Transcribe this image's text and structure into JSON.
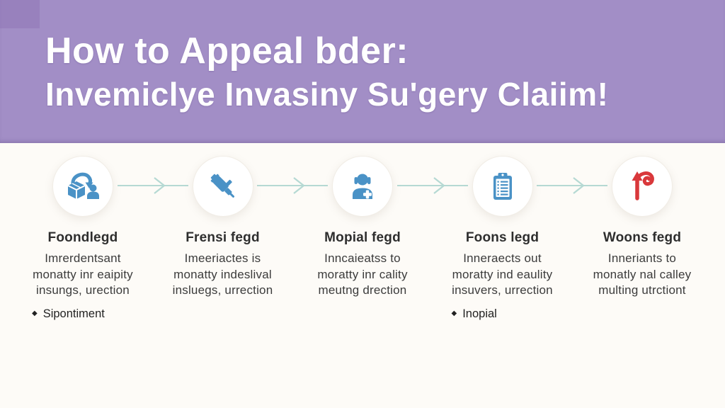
{
  "header": {
    "title_line1": "How to Appeal bder:",
    "title_line2": "Invemiclye Invasiny Su'gery Claiim!"
  },
  "steps": [
    {
      "icon": "cube-refresh-person-icon",
      "title": "Foondlegd",
      "desc_lines": [
        "Imrerdentsant",
        "monatty inr eaipity",
        "insungs, urection"
      ],
      "bullet": "Sipontiment"
    },
    {
      "icon": "syringe-icon",
      "title": "Frensi fegd",
      "desc_lines": [
        "Imeeriactes is",
        "monatty indeslival",
        "insluegs, urrection"
      ]
    },
    {
      "icon": "support-person-icon",
      "title": "Mopial fegd",
      "desc_lines": [
        "Inncaieatss to",
        "moratty inr cality",
        "meutng drection"
      ]
    },
    {
      "icon": "clipboard-checklist-icon",
      "title": "Foons legd",
      "desc_lines": [
        "Inneraects out",
        "moratty ind eaulity",
        "insuvers, urrection"
      ],
      "bullet": "Inopial"
    },
    {
      "icon": "spiral-arrow-icon",
      "title": "Woons fegd",
      "desc_lines": [
        "Inneriants to",
        "monatly nal calley",
        "multing utrctiont"
      ]
    }
  ],
  "colors": {
    "header_purple": "#a28ec6",
    "header_purple_dark": "#8f77b7",
    "icon_blue": "#4a92c6",
    "arrow_red": "#d9383b",
    "connector_teal": "#b5d9d3",
    "page_bg": "#fdfbf7",
    "text_dark": "#333333"
  }
}
